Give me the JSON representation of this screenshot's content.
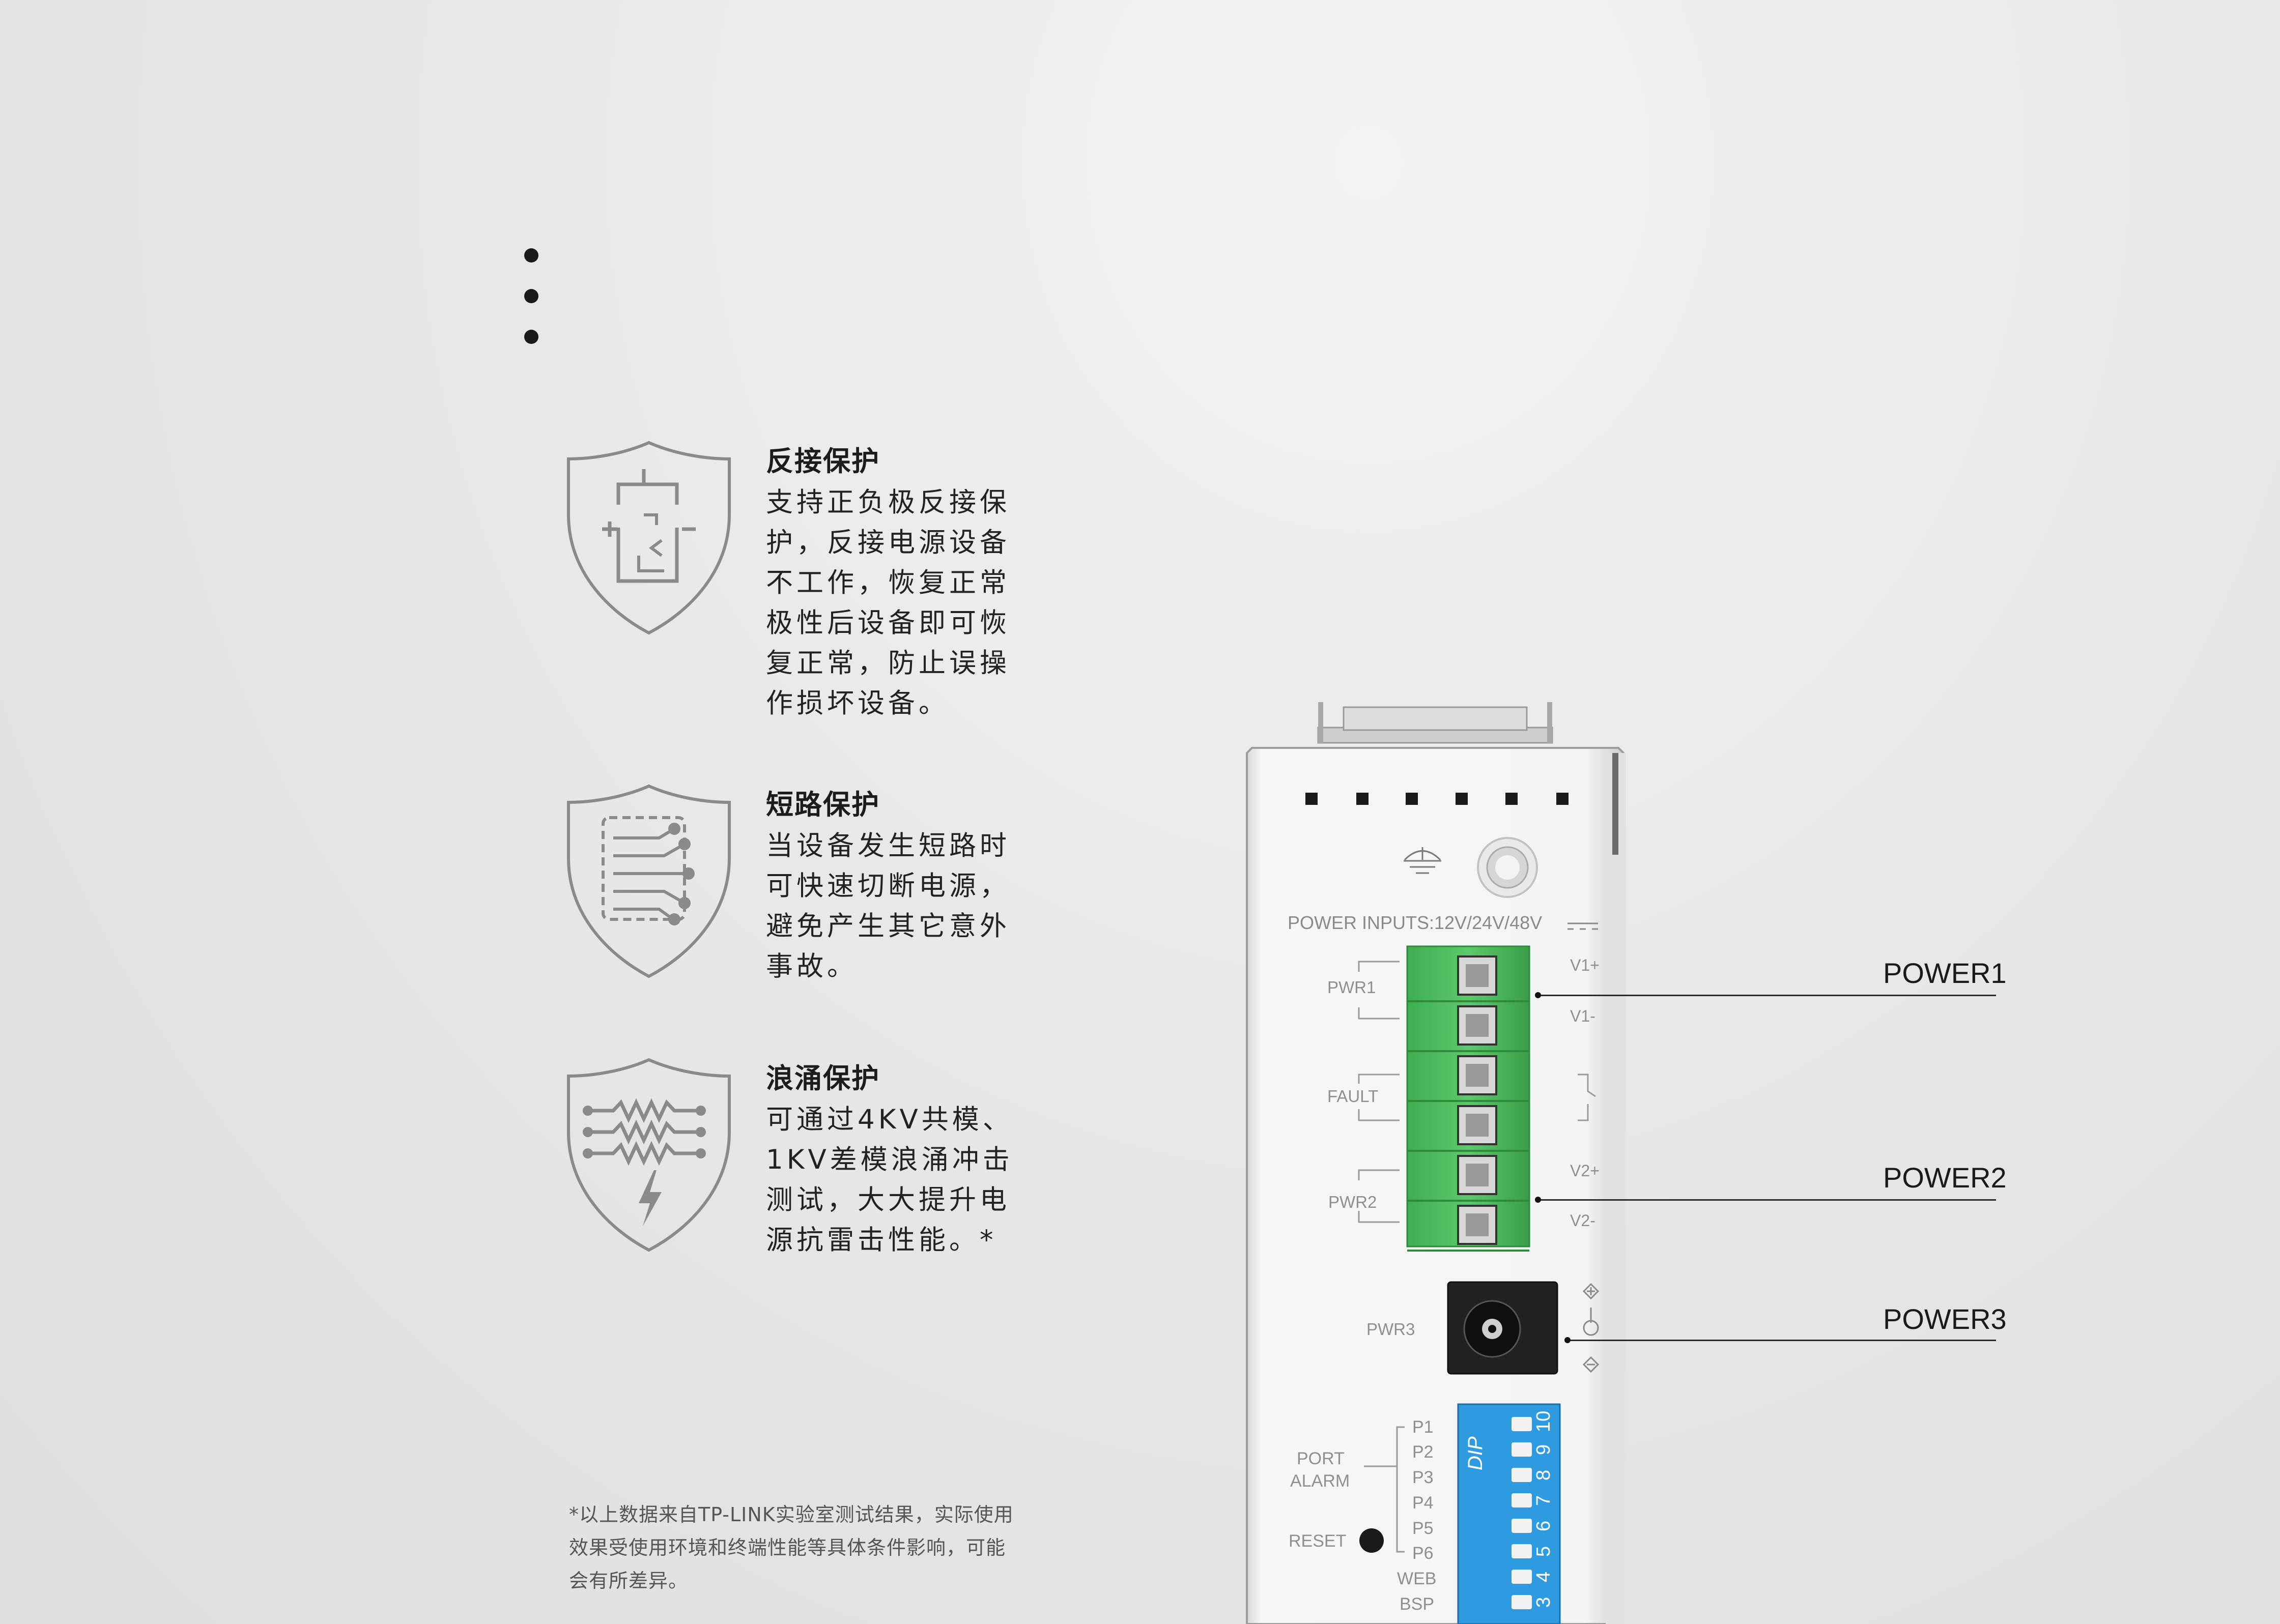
{
  "features": [
    {
      "icon": "reverse-polarity-shield-icon",
      "title": "反接保护",
      "lines": [
        "支持正负极反接保",
        "护，反接电源设备",
        "不工作，恢复正常",
        "极性后设备即可恢",
        "复正常，防止误操",
        "作损坏设备。"
      ]
    },
    {
      "icon": "short-circuit-shield-icon",
      "title": "短路保护",
      "lines": [
        "当设备发生短路时",
        "可快速切断电源，",
        "避免产生其它意外",
        "事故。"
      ]
    },
    {
      "icon": "surge-shield-icon",
      "title": "浪涌保护",
      "lines": [
        "可通过4KV共模、",
        "1KV差模浪涌冲击",
        "测试，大大提升电",
        "源抗雷击性能。*"
      ]
    }
  ],
  "footnote": {
    "lines": [
      "*以上数据来自TP-LINK实验室测试结果，实际使用",
      "效果受使用环境和终端性能等具体条件影响，可能",
      "会有所差异。"
    ]
  },
  "device": {
    "power_inputs_label": "POWER INPUTS:12V/24V/48V",
    "pwr1": "PWR1",
    "fault": "FAULT",
    "pwr2": "PWR2",
    "pwr3": "PWR3",
    "v1p": "V1+",
    "v1m": "V1-",
    "v2p": "V2+",
    "v2m": "V2-",
    "port_alarm": [
      "PORT",
      "ALARM"
    ],
    "reset": "RESET",
    "ports": [
      "P1",
      "P2",
      "P3",
      "P4",
      "P5",
      "P6"
    ],
    "web": "WEB",
    "bsp": "BSP",
    "dip_brand": "DIP",
    "dip_numbers": [
      "10",
      "9",
      "8",
      "7",
      "6",
      "5",
      "4",
      "3"
    ]
  },
  "callouts": {
    "power1": "POWER1",
    "power2": "POWER2",
    "power3": "POWER3"
  },
  "colors": {
    "terminal_green": "#4cbb5c",
    "dip_blue": "#2e9be0",
    "icon_gray": "#8a8a8a"
  }
}
